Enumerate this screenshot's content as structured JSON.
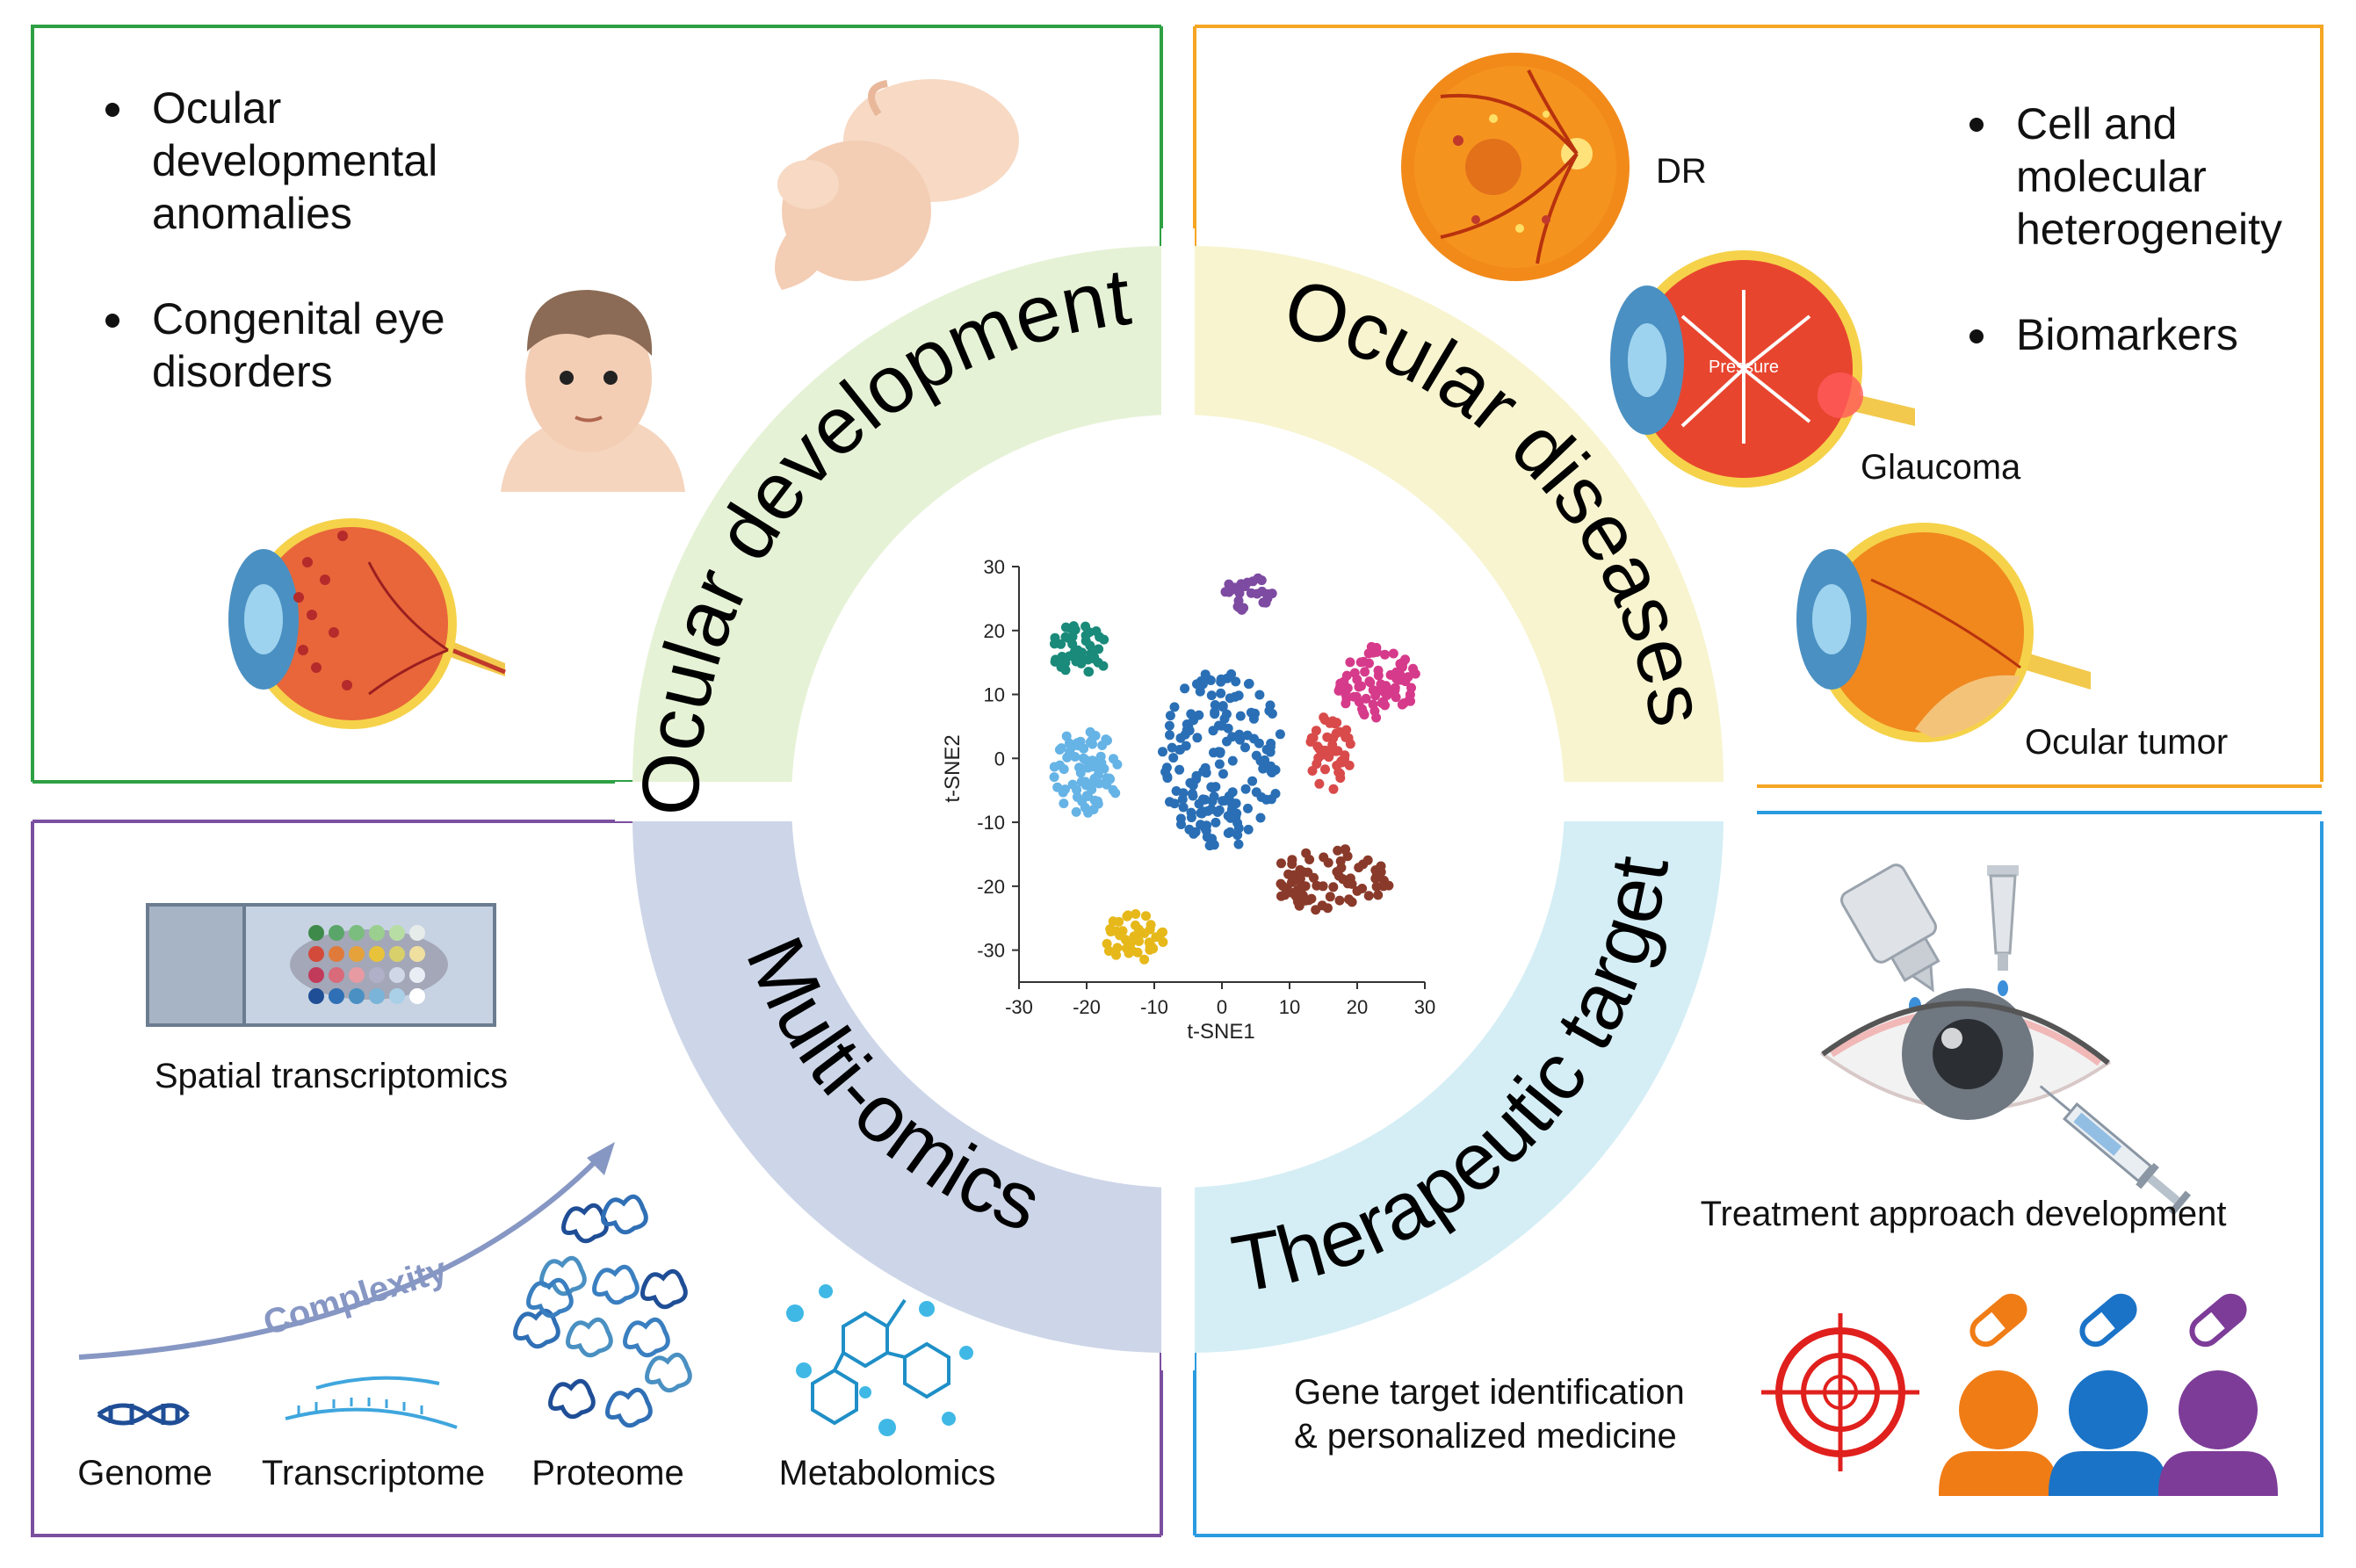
{
  "colors": {
    "development": "#2ea043",
    "diseases": "#f5a623",
    "multiomics": "#7b4fa0",
    "therapeutic": "#2b9be0",
    "ring_development": "#e6f2d6",
    "ring_diseases": "#f7f4cf",
    "ring_multiomics": "#cdd6e8",
    "ring_therapeutic": "#d5eef5"
  },
  "ring": {
    "development": "Ocular development",
    "diseases": "Ocular diseases",
    "multiomics": "Multi-omics",
    "therapeutic": "Therapeutic target"
  },
  "panels": {
    "development": {
      "bullets": [
        "Ocular",
        "developmental",
        "anomalies",
        "Congenital eye",
        "disorders"
      ]
    },
    "diseases": {
      "bullets": [
        "Cell and",
        "molecular",
        "heterogeneity",
        "Biomarkers"
      ],
      "labels": {
        "dr": "DR",
        "glaucoma": "Glaucoma",
        "pressure": "Pressure",
        "tumor": "Ocular tumor"
      }
    },
    "multiomics": {
      "spatial": "Spatial transcriptomics",
      "complexity": "Complexity",
      "omics": [
        "Genome",
        "Transcriptome",
        "Proteome",
        "Metabolomics"
      ]
    },
    "therapeutic": {
      "treatment": "Treatment approach development",
      "gene_target_1": "Gene target identification",
      "gene_target_2": "& personalized medicine",
      "person_colors": [
        "#f07c16",
        "#1a73c7",
        "#7d3c98"
      ]
    }
  },
  "chart_data": {
    "type": "scatter",
    "xlabel": "t-SNE1",
    "ylabel": "t-SNE2",
    "xlim": [
      -30,
      30
    ],
    "ylim": [
      -35,
      30
    ],
    "xticks": [
      -30,
      -20,
      -10,
      0,
      10,
      20,
      30
    ],
    "yticks": [
      30,
      20,
      10,
      0,
      -10,
      -20,
      -30
    ],
    "series": [
      {
        "color": "#2a6fb5",
        "cx": 0,
        "cy": 0,
        "rx": 9,
        "ry": 14,
        "n": 170
      },
      {
        "color": "#66b3e6",
        "cx": -20,
        "cy": -2,
        "rx": 5,
        "ry": 7,
        "n": 70
      },
      {
        "color": "#1a8a7a",
        "cx": -21,
        "cy": 17,
        "rx": 4.5,
        "ry": 4,
        "n": 45
      },
      {
        "color": "#7d4ba1",
        "cx": 4,
        "cy": 26,
        "rx": 3.5,
        "ry": 3,
        "n": 28
      },
      {
        "color": "#d63a8a",
        "cx": 23,
        "cy": 12,
        "rx": 6,
        "ry": 6,
        "n": 75
      },
      {
        "color": "#d94a4a",
        "cx": 16,
        "cy": 1,
        "rx": 3.5,
        "ry": 6,
        "n": 45
      },
      {
        "color": "#8a3a2a",
        "cx": 16,
        "cy": -19,
        "rx": 9,
        "ry": 5,
        "n": 75
      },
      {
        "color": "#e6b81a",
        "cx": -13,
        "cy": -28,
        "rx": 4.5,
        "ry": 4,
        "n": 45
      }
    ]
  }
}
